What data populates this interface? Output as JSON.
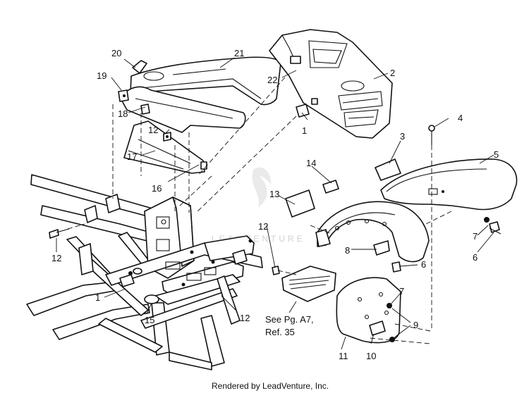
{
  "callouts": {
    "c1a": "1",
    "c1b": "1",
    "c2": "2",
    "c3": "3",
    "c4": "4",
    "c5": "5",
    "c6a": "6",
    "c6b": "6",
    "c7a": "7",
    "c7b": "7",
    "c8": "8",
    "c9": "9",
    "c10": "10",
    "c11": "11",
    "c12a": "12",
    "c12b": "12",
    "c12c": "12",
    "c12d": "12",
    "c13": "13",
    "c14": "14",
    "c15": "15",
    "c16": "16",
    "c17": "17",
    "c18": "18",
    "c19": "19",
    "c20": "20",
    "c21": "21",
    "c22": "22"
  },
  "note": {
    "line1": "See Pg. A7,",
    "line2": "Ref. 35"
  },
  "footer": "Rendered by LeadVenture, Inc.",
  "watermark": "LEADVENTURE"
}
